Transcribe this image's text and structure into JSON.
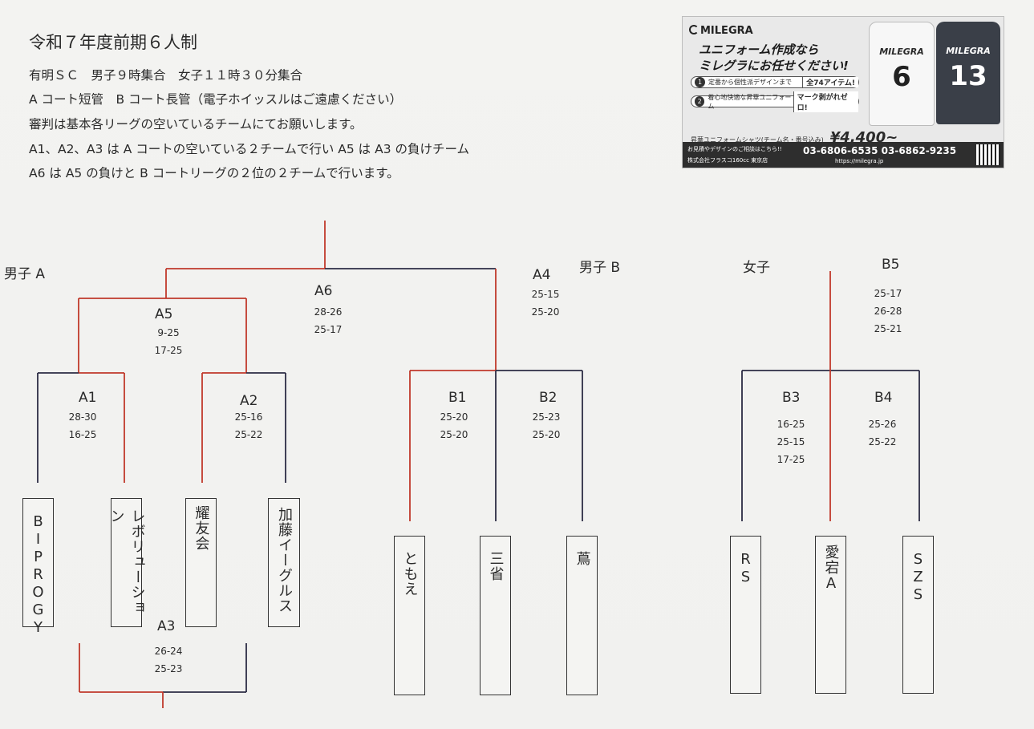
{
  "header": {
    "title": "令和７年度前期６人制",
    "lines": [
      "有明ＳＣ　男子９時集合　女子１１時３０分集合",
      "A コート短管　B コート長管（電子ホイッスルはご遠慮ください）",
      "審判は基本各リーグの空いているチームにてお願いします。",
      "A1、A2、A3 は A コートの空いている２チームで行い A5 は A3 の負けチーム",
      "A6 は A5 の負けと B コートリーグの２位の２チームで行います。"
    ]
  },
  "ad": {
    "brand": "MILEGRA",
    "headline1": "ユニフォーム作成なら",
    "headline2": "ミレグラにお任せください!",
    "row1_text": "定番から個性派デザインまで",
    "row1_badge": "全74アイテム!",
    "row2_text": "着心地快適な昇華ユニフォーム",
    "row2_badge": "マーク剥がれゼロ!",
    "price_label": "昇華ユニフォームシャツ(チーム名・番号込み)",
    "price": "¥4,400~",
    "tel": "03-6806-6535  03-6862-9235",
    "url": "https://milegra.jp",
    "shirt1_brand": "MILEGRA",
    "shirt1_num": "6",
    "shirt2_brand": "MILEGRA",
    "shirt2_num": "13",
    "foot1": "お見積やデザインのご相談はこちら!!",
    "foot2": "株式会社フラスコ160cc 東京店"
  },
  "sections": {
    "men_a": "男子 A",
    "men_b": "男子 B",
    "women": "女子"
  },
  "matches": {
    "a1": {
      "label": "A1",
      "scores": [
        "28-30",
        "16-25"
      ]
    },
    "a2": {
      "label": "A2",
      "scores": [
        "25-16",
        "25-22"
      ]
    },
    "a3": {
      "label": "A3",
      "scores": [
        "26-24",
        "25-23"
      ]
    },
    "a4": {
      "label": "A4",
      "scores": [
        "25-15",
        "25-20"
      ]
    },
    "a5": {
      "label": "A5",
      "scores": [
        "9-25",
        "17-25"
      ]
    },
    "a6": {
      "label": "A6",
      "scores": [
        "28-26",
        "25-17"
      ]
    },
    "b1": {
      "label": "B1",
      "scores": [
        "25-20",
        "25-20"
      ]
    },
    "b2": {
      "label": "B2",
      "scores": [
        "25-23",
        "25-20"
      ]
    },
    "b3": {
      "label": "B3",
      "scores": [
        "16-25",
        "25-15",
        "17-25"
      ]
    },
    "b4": {
      "label": "B4",
      "scores": [
        "25-26",
        "25-22"
      ]
    },
    "b5": {
      "label": "B5",
      "scores": [
        "25-17",
        "26-28",
        "25-21"
      ]
    }
  },
  "teams": {
    "biprogy": "BIPROGY",
    "revolution": "レボリューション",
    "yoyukai": "耀友会",
    "kato": "加藤イーグルス",
    "tomoe": "ともえ",
    "sansho": "三省",
    "tsuta": "蔦",
    "rs": "RS",
    "atago": "愛宕A",
    "szs": "SZS"
  },
  "colors": {
    "winner_line": "#c0392b",
    "loser_line": "#2c2c44",
    "ink": "#2a2a2a"
  }
}
